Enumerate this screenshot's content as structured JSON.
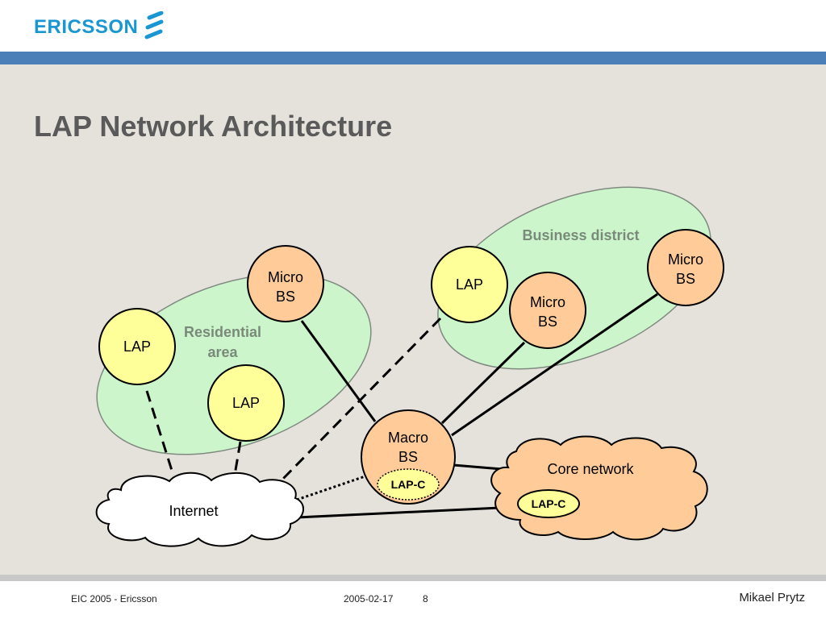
{
  "header": {
    "logo_text": "ERICSSON",
    "logo_icon": "ericsson-e-icon",
    "brand_color": "#1a96d2",
    "band_color": "#4a7fb8"
  },
  "slide": {
    "title": "LAP Network Architecture"
  },
  "diagram": {
    "regions": [
      {
        "id": "residential",
        "label_line1": "Residential",
        "label_line2": "area",
        "fill": "#ccf5cc"
      },
      {
        "id": "business",
        "label": "Business district",
        "fill": "#ccf5cc"
      }
    ],
    "nodes": {
      "lap_res_left": {
        "label": "LAP",
        "type": "LAP"
      },
      "lap_res_mid": {
        "label": "LAP",
        "type": "LAP"
      },
      "micro_res": {
        "line1": "Micro",
        "line2": "BS",
        "type": "Micro BS"
      },
      "lap_bus": {
        "label": "LAP",
        "type": "LAP"
      },
      "micro_bus_mid": {
        "line1": "Micro",
        "line2": "BS",
        "type": "Micro BS"
      },
      "micro_bus_right": {
        "line1": "Micro",
        "line2": "BS",
        "type": "Micro BS"
      },
      "macro": {
        "line1": "Macro",
        "line2": "BS",
        "type": "Macro BS"
      },
      "macro_lapc": {
        "label": "LAP-C"
      },
      "internet": {
        "label": "Internet"
      },
      "core": {
        "label": "Core network"
      },
      "core_lapc": {
        "label": "LAP-C"
      }
    },
    "colors": {
      "lap_fill": "#ffff99",
      "bs_fill": "#ffcc99",
      "cloud_internet": "#ffffff",
      "cloud_core": "#ffcc99",
      "region_label": "#7a8a7a"
    },
    "links": [
      {
        "from": "LAP (residential left)",
        "to": "Internet",
        "style": "dashed"
      },
      {
        "from": "LAP (residential middle)",
        "to": "Internet",
        "style": "dashed"
      },
      {
        "from": "LAP (business)",
        "to": "Internet",
        "style": "dashed"
      },
      {
        "from": "Micro BS (residential)",
        "to": "Macro BS",
        "style": "solid"
      },
      {
        "from": "Micro BS (business middle)",
        "to": "Macro BS",
        "style": "solid"
      },
      {
        "from": "Micro BS (business right)",
        "to": "Macro BS",
        "style": "solid"
      },
      {
        "from": "Macro BS",
        "to": "Core network",
        "style": "solid"
      },
      {
        "from": "Internet",
        "to": "Macro BS LAP-C",
        "style": "dotted"
      },
      {
        "from": "Internet",
        "to": "Core network",
        "style": "solid"
      }
    ]
  },
  "footer": {
    "left": "EIC 2005 - Ericsson",
    "date": "2005-02-17",
    "page": "8",
    "author": "Mikael Prytz"
  }
}
